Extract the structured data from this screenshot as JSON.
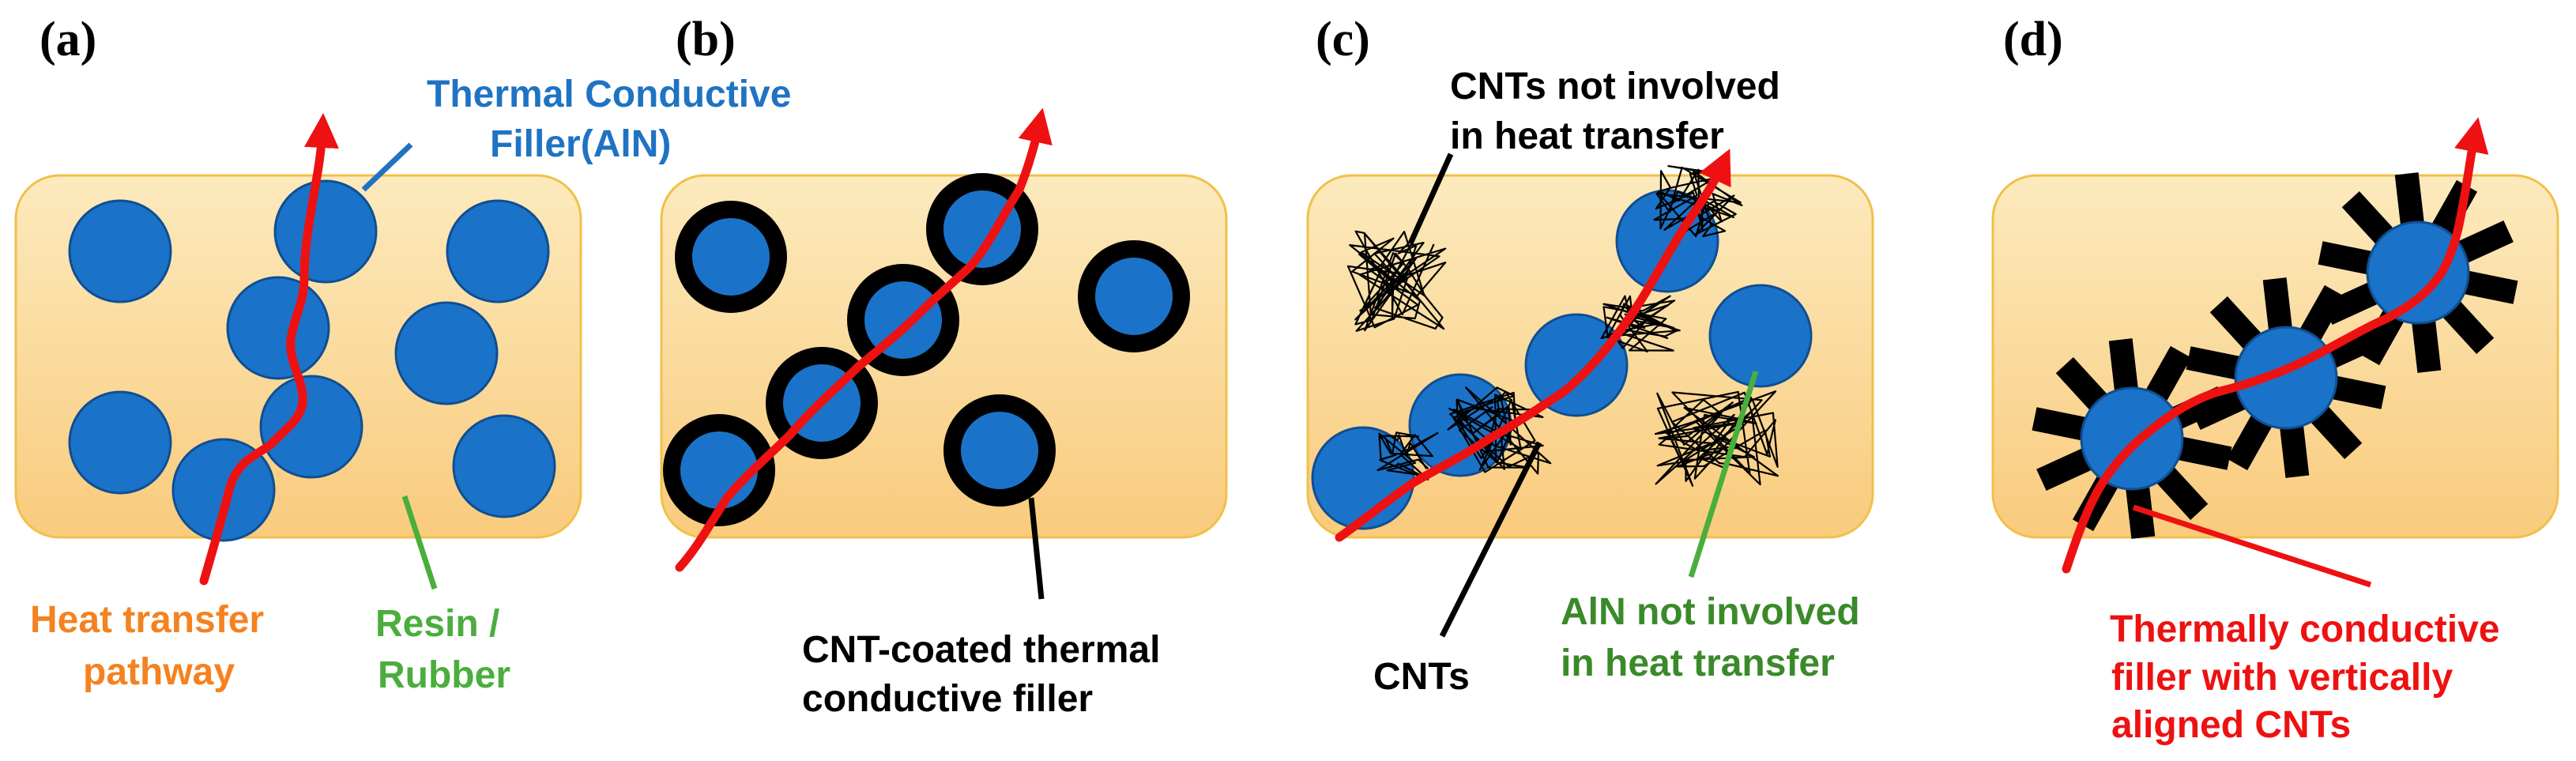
{
  "colors": {
    "resin_top": "#FCEABD",
    "resin_bottom": "#F9CB7D",
    "resin_border": "#F1C04B",
    "filler": "#1A73C8",
    "filler_border": "#0F4E92",
    "cnt": "#000000",
    "heat_path": "#EE1111",
    "label_blue": "#1F73C3",
    "label_orange": "#F58220",
    "label_green": "#4AAE3C",
    "label_green_dark": "#3A8A2A",
    "label_red": "#EE1111",
    "label_black": "#000000"
  },
  "icons": [
    "aln-filler-particle-icon",
    "cnt-coated-filler-icon",
    "cnt-bundle-icon",
    "aligned-cnt-filler-icon",
    "heat-transfer-arrow-icon"
  ],
  "panels": [
    {
      "id": "a",
      "tag": "(a)",
      "labels": {
        "filler_line1": "Thermal Conductive",
        "filler_line2": "Filler(AlN)",
        "path_line1": "Heat transfer",
        "path_line2": "pathway",
        "resin_line1": "Resin /",
        "resin_line2": "Rubber"
      }
    },
    {
      "id": "b",
      "tag": "(b)",
      "labels": {
        "coated_line1": "CNT-coated thermal",
        "coated_line2": "conductive filler"
      }
    },
    {
      "id": "c",
      "tag": "(c)",
      "labels": {
        "cnt_free_line1": "CNTs not involved",
        "cnt_free_line2": "in heat transfer",
        "cnts": "CNTs",
        "aln_free_line1": "AlN not involved",
        "aln_free_line2": "in heat transfer"
      }
    },
    {
      "id": "d",
      "tag": "(d)",
      "labels": {
        "aligned_line1": "Thermally conductive",
        "aligned_line2": "filler with vertically",
        "aligned_line3": "aligned CNTs"
      }
    }
  ]
}
